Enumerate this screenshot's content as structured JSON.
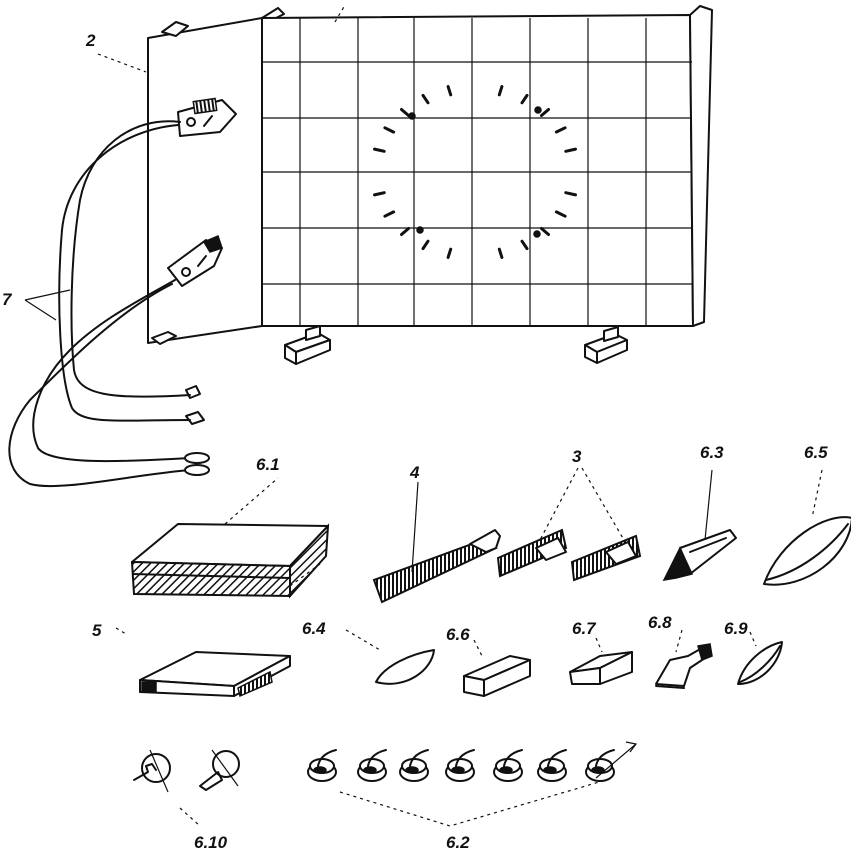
{
  "labels": {
    "board": "2",
    "wires": "7",
    "plate": "6.1",
    "ruler": "4",
    "clips": "3",
    "prism": "6.3",
    "big_lens": "6.5",
    "screen": "5",
    "half_lens": "6.4",
    "bar": "6.6",
    "wedge": "6.7",
    "holder": "6.8",
    "small_lens": "6.9",
    "lamps": "6.10",
    "magnets": "6.2"
  },
  "colors": {
    "ink": "#111111",
    "paper": "#ffffff"
  }
}
